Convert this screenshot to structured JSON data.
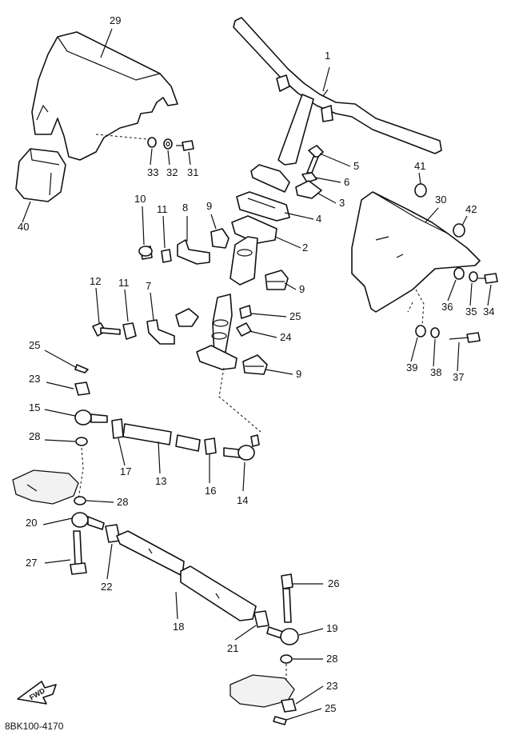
{
  "diagram": {
    "code": "8BK100-4170",
    "direction_badge": "FWD",
    "callouts": [
      "1",
      "2",
      "3",
      "4",
      "5",
      "6",
      "7",
      "8",
      "9",
      "9",
      "9",
      "10",
      "11",
      "11",
      "12",
      "13",
      "14",
      "15",
      "16",
      "17",
      "18",
      "19",
      "20",
      "21",
      "22",
      "23",
      "23",
      "24",
      "25",
      "25",
      "25",
      "26",
      "27",
      "28",
      "28",
      "28",
      "29",
      "30",
      "31",
      "32",
      "33",
      "34",
      "35",
      "36",
      "37",
      "38",
      "39",
      "40",
      "41",
      "42"
    ]
  }
}
